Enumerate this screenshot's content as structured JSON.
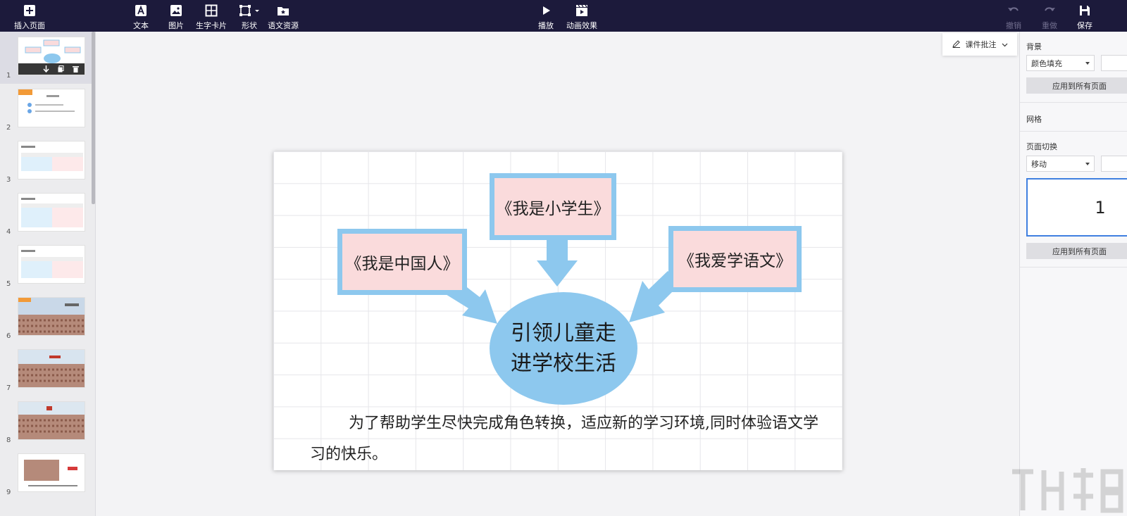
{
  "toolbar": {
    "insert_page": "插入页面",
    "text": "文本",
    "image": "图片",
    "char_card": "生字卡片",
    "shape": "形状",
    "resources": "语文资源",
    "play": "播放",
    "animation": "动画效果",
    "undo": "撤销",
    "redo": "重做",
    "save": "保存"
  },
  "thumbnails": {
    "numbers": [
      "1",
      "2",
      "3",
      "4",
      "5",
      "6",
      "7",
      "8",
      "9"
    ],
    "selected": 1
  },
  "slide": {
    "box_top": "《我是小学生》",
    "box_left": "《我是中国人》",
    "box_right": "《我爱学语文》",
    "center_line1": "引领儿童走",
    "center_line2": "进学校生活",
    "paragraph": "为了帮助学生尽快完成角色转换，适应新的学习环境,同时体验语文学习的快乐。"
  },
  "annotation_button": "课件批注",
  "right_panel": {
    "background_title": "背景",
    "fill_select": "颜色填充",
    "apply_all_1": "应用到所有页面",
    "grid_title": "网格",
    "transition_title": "页面切换",
    "transition_select": "移动",
    "preview_number": "1",
    "apply_all_2": "应用到所有页面"
  },
  "colors": {
    "toolbar_bg": "#1c1a3b",
    "shape_blue": "#8dc8ee",
    "box_pink": "#fadbdc",
    "accent_blue": "#3f7fe0"
  }
}
